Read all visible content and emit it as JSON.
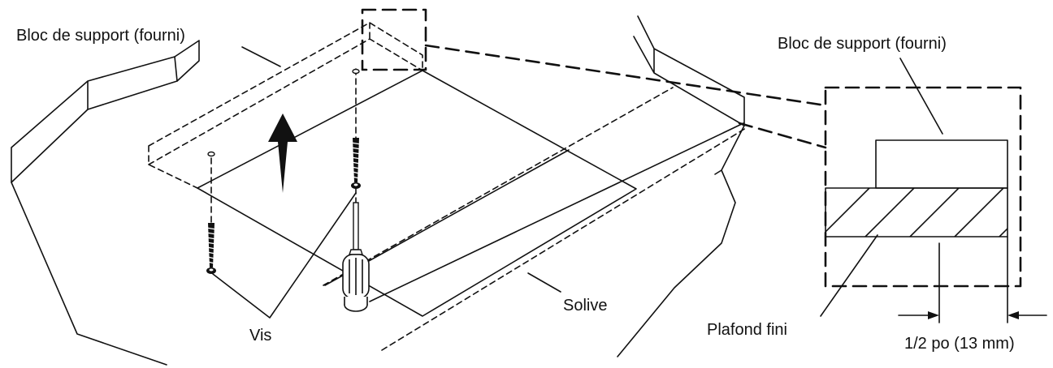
{
  "labels": {
    "support_block_left": "Bloc de support (fourni)",
    "support_block_detail": "Bloc de support (fourni)",
    "screws": "Vis",
    "joist": "Solive",
    "finished_ceiling": "Plafond fini",
    "offset": "1/2 po (13 mm)"
  },
  "colors": {
    "line": "#111111",
    "background": "#ffffff"
  }
}
